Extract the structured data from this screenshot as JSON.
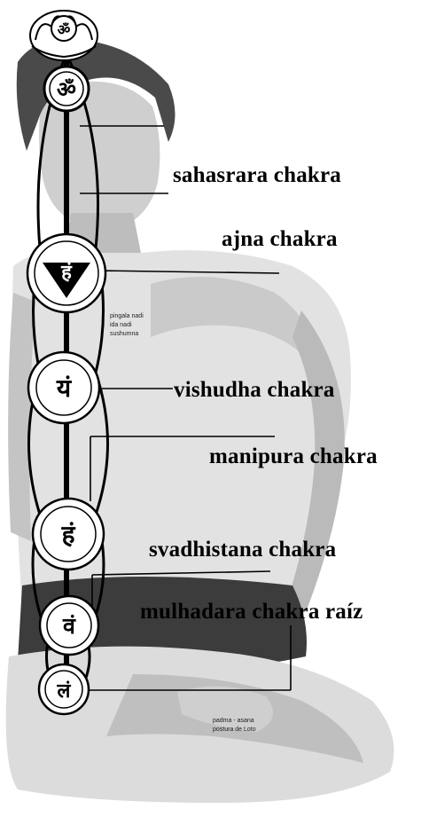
{
  "labels": {
    "sahasrara": "sahasrara  chakra",
    "ajna": "ajna chakra",
    "vishudha": "vishudha  chakra",
    "manipura": "manipura chakra",
    "svadhistana": "svadhistana  chakra",
    "mulhadara": "mulhadara chakra raíz"
  },
  "small_text": {
    "pingala": "pingala nadi",
    "ida": "ida nadi",
    "sushumna": "sushumna",
    "padma_line1": "padma - asana",
    "padma_line2": "postura de Loto"
  },
  "symbols": {
    "crown": "ॐ",
    "om": "ॐ",
    "ajna": "हं",
    "vishudha": "यं",
    "manipura": "हं",
    "svadhistana": "वं",
    "muladhara": "लं"
  },
  "colors": {
    "background": "#ffffff",
    "ink": "#000000",
    "figure_light": "#d9d9d9",
    "figure_mid": "#a9a9a9",
    "figure_dark": "#3a3a3a"
  }
}
